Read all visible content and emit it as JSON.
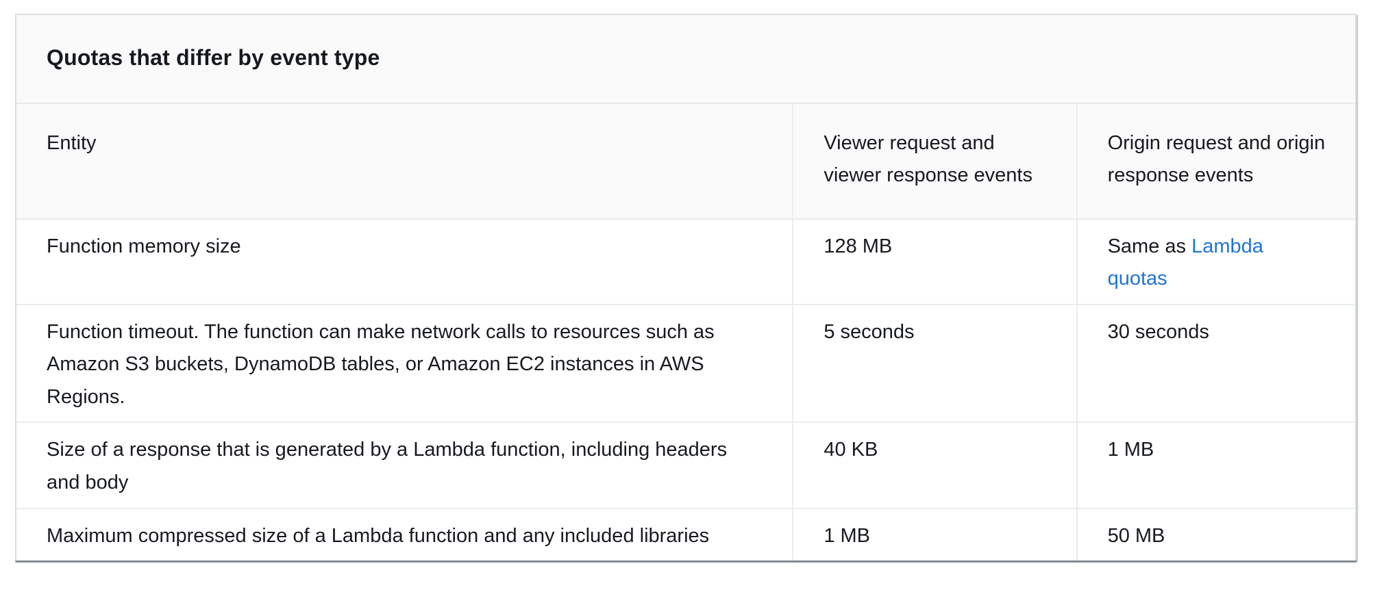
{
  "theme": {
    "text_color": "#16191f",
    "header_bg": "#fafafa",
    "row_bg": "#ffffff",
    "border_color": "#eaeded",
    "link_color": "#2074d5"
  },
  "panel": {
    "title": "Quotas that differ by event type"
  },
  "table": {
    "columns": [
      "Entity",
      "Viewer request and viewer response events",
      "Origin request and origin response events"
    ],
    "rows": [
      {
        "entity": "Function memory size",
        "viewer": "128 MB",
        "origin_prefix": "Same as ",
        "origin_link": "Lambda quotas"
      },
      {
        "entity": "Function timeout. The function can make network calls to resources such as Amazon S3 buckets, DynamoDB tables, or Amazon EC2 instances in AWS Regions.",
        "viewer": "5 seconds",
        "origin": "30 seconds"
      },
      {
        "entity": "Size of a response that is generated by a Lambda function, including headers and body",
        "viewer": "40 KB",
        "origin": "1 MB"
      },
      {
        "entity": "Maximum compressed size of a Lambda function and any included libraries",
        "viewer": "1 MB",
        "origin": "50 MB"
      }
    ]
  }
}
